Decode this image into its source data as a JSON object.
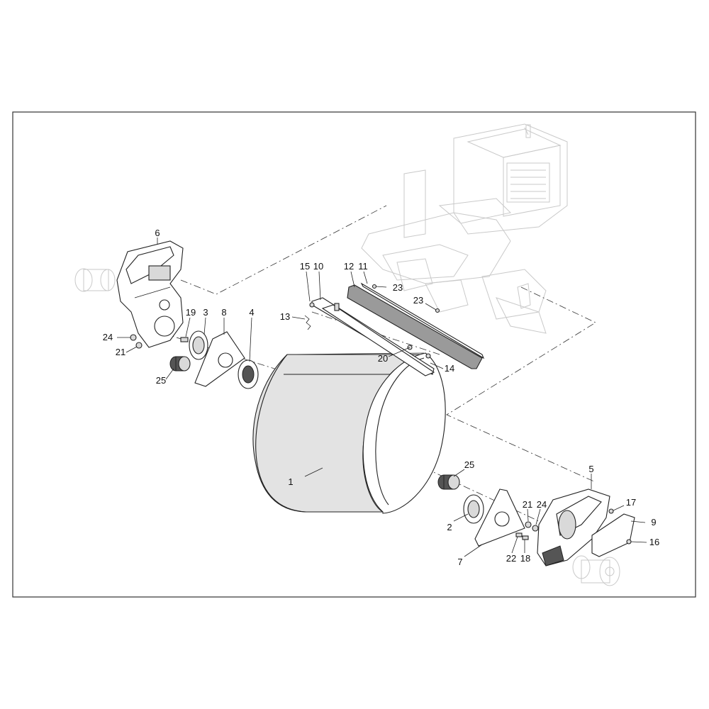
{
  "callouts": [
    {
      "id": "p1",
      "label": "1"
    },
    {
      "id": "p2",
      "label": "2"
    },
    {
      "id": "p3",
      "label": "3"
    },
    {
      "id": "p4",
      "label": "4"
    },
    {
      "id": "p5",
      "label": "5"
    },
    {
      "id": "p6",
      "label": "6"
    },
    {
      "id": "p7",
      "label": "7"
    },
    {
      "id": "p8",
      "label": "8"
    },
    {
      "id": "p9",
      "label": "9"
    },
    {
      "id": "p10",
      "label": "10"
    },
    {
      "id": "p11",
      "label": "11"
    },
    {
      "id": "p12",
      "label": "12"
    },
    {
      "id": "p13",
      "label": "13"
    },
    {
      "id": "p14",
      "label": "14"
    },
    {
      "id": "p15",
      "label": "15"
    },
    {
      "id": "p16",
      "label": "16"
    },
    {
      "id": "p17",
      "label": "17"
    },
    {
      "id": "p18",
      "label": "18"
    },
    {
      "id": "p19",
      "label": "19"
    },
    {
      "id": "p20",
      "label": "20"
    },
    {
      "id": "p21a",
      "label": "21"
    },
    {
      "id": "p21b",
      "label": "21"
    },
    {
      "id": "p22",
      "label": "22"
    },
    {
      "id": "p23a",
      "label": "23"
    },
    {
      "id": "p23b",
      "label": "23"
    },
    {
      "id": "p24a",
      "label": "24"
    },
    {
      "id": "p24b",
      "label": "24"
    },
    {
      "id": "p25a",
      "label": "25"
    },
    {
      "id": "p25b",
      "label": "25"
    }
  ],
  "colors": {
    "line": "#222222",
    "ghost": "#c9c9c9",
    "frame": "#333333"
  }
}
